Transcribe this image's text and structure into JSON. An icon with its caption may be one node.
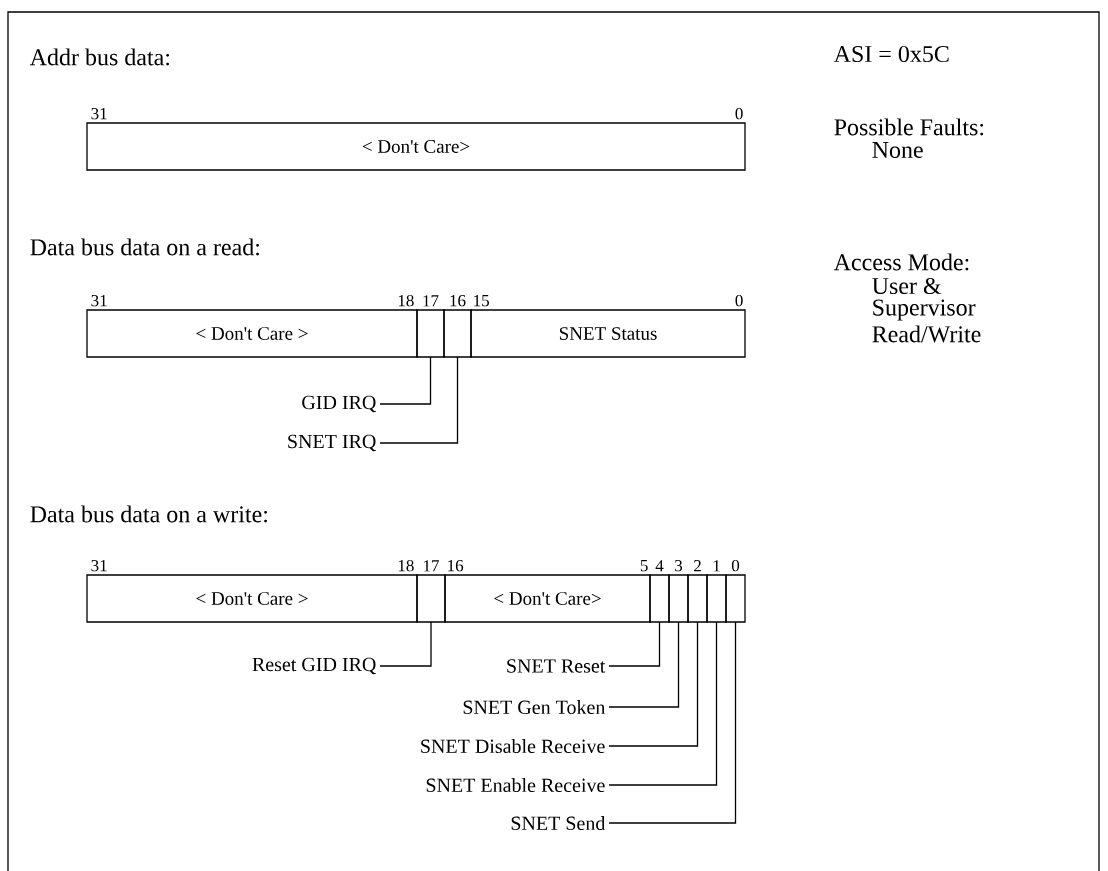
{
  "diagram": {
    "nodes": [
      {
        "text": [
          "< Don't Care>"
        ]
      },
      {
        "text": [
          "< Don't Care >"
        ]
      },
      {
        "text": [],
        "shape": "box"
      },
      {
        "text": [],
        "shape": "box"
      },
      {
        "text": [
          "SNET Status"
        ]
      },
      {
        "text": [
          "GID IRQ"
        ]
      },
      {
        "text": [
          "SNET IRQ"
        ]
      },
      {
        "text": [
          "< Don't Care >"
        ]
      },
      {
        "text": [],
        "shape": "box"
      },
      {
        "text": [
          "< Don't Care>"
        ]
      },
      {
        "text": [],
        "shape": "box"
      },
      {
        "text": [],
        "shape": "box"
      },
      {
        "text": [],
        "shape": "box"
      },
      {
        "text": [],
        "shape": "box"
      },
      {
        "text": [],
        "shape": "box"
      },
      {
        "text": [
          "Reset GID IRQ"
        ]
      },
      {
        "text": [
          "SNET Reset"
        ]
      },
      {
        "text": [
          "SNET Gen Token"
        ]
      },
      {
        "text": [
          "SNET Disable Receive"
        ]
      },
      {
        "text": [
          "SNET Enable Receive"
        ]
      },
      {
        "text": [
          "SNET Send"
        ]
      }
    ],
    "edges": [
      {
        "from": 5,
        "to": 2,
        "arrow": "none"
      },
      {
        "from": 6,
        "to": 3,
        "arrow": "none"
      },
      {
        "from": 15,
        "to": 8,
        "arrow": "none"
      },
      {
        "from": 16,
        "to": 10,
        "arrow": "none"
      },
      {
        "from": 17,
        "to": 11,
        "arrow": "none"
      },
      {
        "from": 18,
        "to": 12,
        "arrow": "none"
      },
      {
        "from": 19,
        "to": 13,
        "arrow": "none"
      },
      {
        "from": 20,
        "to": 14,
        "arrow": "none"
      }
    ],
    "labels": [
      "Addr bus data:",
      "31",
      "0",
      "Data bus data on a read:",
      "31",
      "18",
      "17",
      "16",
      "15",
      "0",
      "Data bus data on a write:",
      "31",
      "18",
      "17",
      "16",
      "5",
      "4",
      "3",
      "2",
      "1",
      "0",
      "ASI = 0x5C",
      "Possible Faults:",
      "None",
      "Access Mode:",
      "User &",
      "Supervisor",
      "Read/Write"
    ]
  }
}
